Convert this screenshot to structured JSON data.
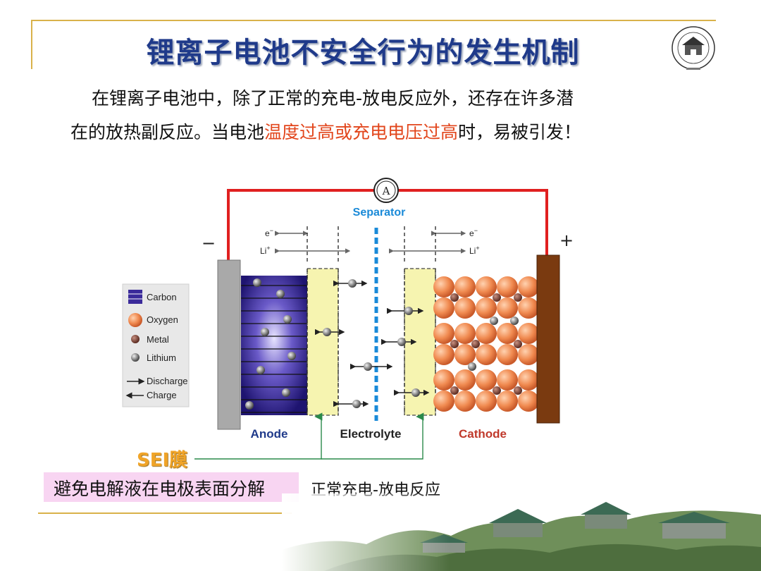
{
  "title": "锂离子电池不安全行为的发生机制",
  "intro": {
    "line1": "在锂离子电池中，除了正常的充电-放电反应外，还存在许多潜",
    "line2_a": "在的放热副反应。当电池",
    "line2_highlight": "温度过高或充电电压过高",
    "line2_b": "时，易被引发！"
  },
  "diagram": {
    "ammeter": "A",
    "separator": "Separator",
    "minus": "−",
    "plus": "+",
    "electron": "e",
    "lithium": "Li",
    "sup_minus": "−",
    "sup_plus": "+",
    "anode": "Anode",
    "electrolyte": "Electrolyte",
    "cathode": "Cathode",
    "legend": {
      "carbon": "Carbon",
      "oxygen": "Oxygen",
      "metal": "Metal",
      "lithium": "Lithium",
      "discharge": "Discharge",
      "charge": "Charge"
    },
    "colors": {
      "circuit": "#e02020",
      "anode_plate": "#a9a9a9",
      "cathode_plate": "#7a3a10",
      "carbon": "#3a2a9a",
      "oxygen": "#f08a50",
      "metal": "#8b4a3a",
      "lithium": "#8a8a8a",
      "sei": "#f6f4b0",
      "separator": "#1a8ad8"
    }
  },
  "sei_label": "SEI膜",
  "sei_note": "避免电解液在电极表面分解",
  "normal_note": "正常充电-放电反应"
}
